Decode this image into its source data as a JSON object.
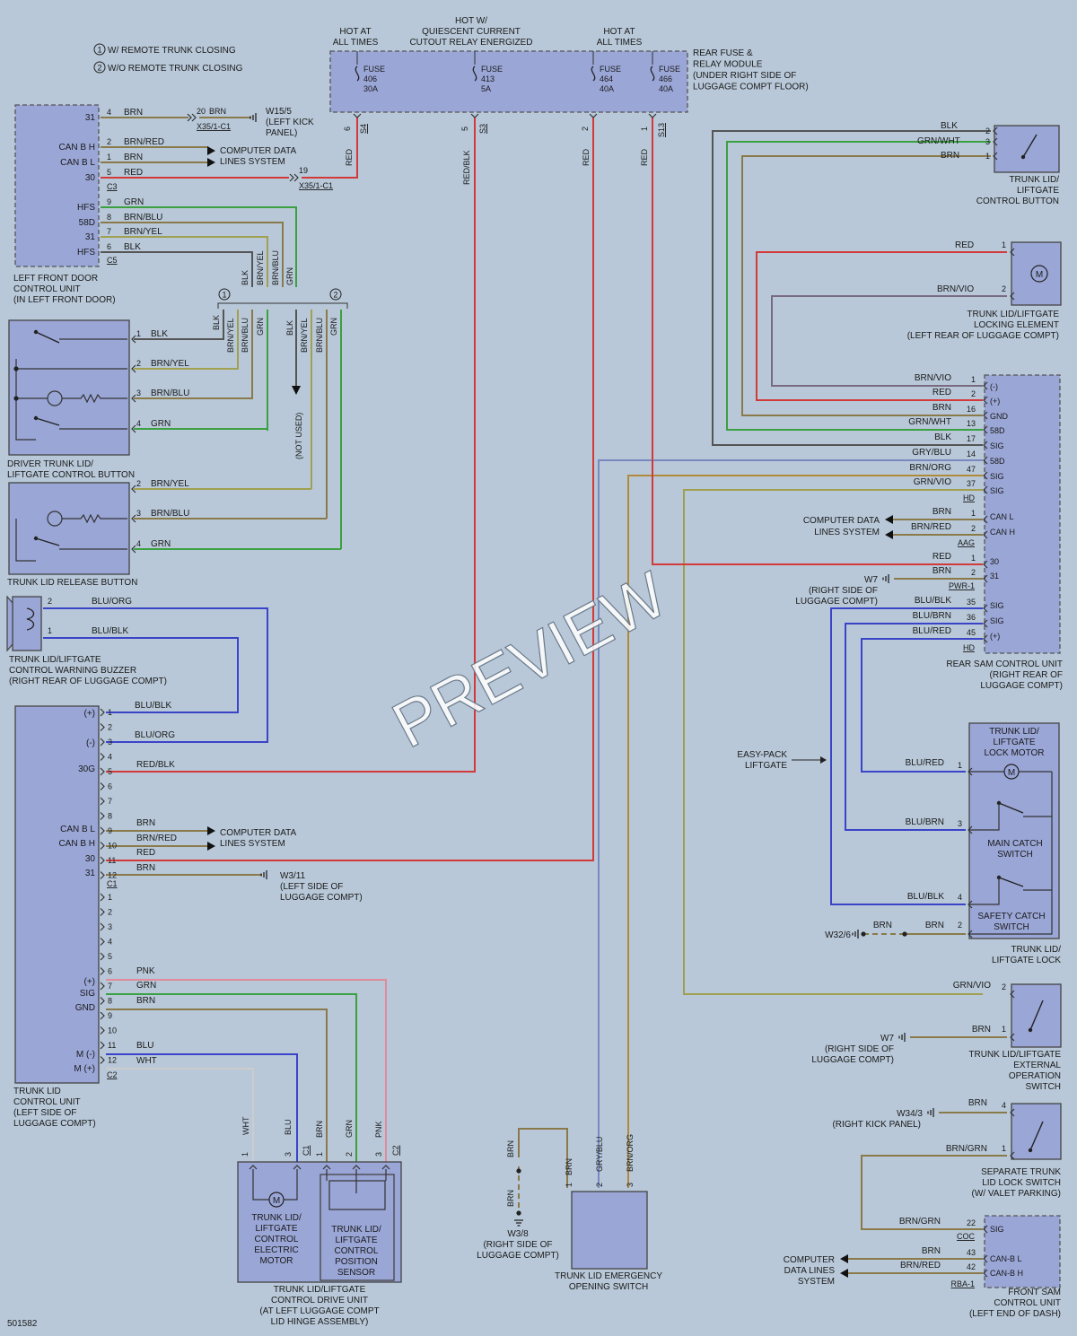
{
  "legend": [
    "W/ REMOTE TRUNK CLOSING",
    "W/O REMOTE TRUNK CLOSING"
  ],
  "legend_marks": [
    "1",
    "2"
  ],
  "top_labels": {
    "hot1": [
      "HOT AT",
      "ALL TIMES"
    ],
    "hot2": [
      "HOT W/",
      "QUIESCENT CURRENT",
      "CUTOUT RELAY ENERGIZED"
    ],
    "hot3": [
      "HOT AT",
      "ALL TIMES"
    ]
  },
  "fuses": [
    {
      "label": "FUSE",
      "num": "406",
      "amp": "30A"
    },
    {
      "label": "FUSE",
      "num": "413",
      "amp": "5A"
    },
    {
      "label": "FUSE",
      "num": "464",
      "amp": "40A"
    },
    {
      "label": "FUSE",
      "num": "466",
      "amp": "40A"
    }
  ],
  "fuse_module": [
    "REAR FUSE &",
    "RELAY MODULE",
    "(UNDER RIGHT SIDE OF",
    "LUGGAGE COMPT FLOOR)"
  ],
  "fuse_pins": [
    "6",
    "S4",
    "5",
    "S3",
    "2",
    "1",
    "S13"
  ],
  "fuse_wires": [
    "RED",
    "RED/BLK",
    "RED",
    "RED"
  ],
  "left_front_door": {
    "name": [
      "LEFT FRONT DOOR",
      "CONTROL UNIT",
      "(IN LEFT FRONT DOOR)"
    ],
    "pins": [
      "31",
      "CAN B H",
      "CAN B L",
      "30",
      "HFS",
      "58D",
      "31",
      "HFS"
    ],
    "pin_nums": [
      "4",
      "2",
      "1",
      "5",
      "9",
      "8",
      "7",
      "6"
    ],
    "wires": [
      "BRN",
      "BRN/RED",
      "BRN",
      "RED",
      "GRN",
      "BRN/BLU",
      "BRN/YEL",
      "BLK"
    ],
    "conn": [
      "C3",
      "C5"
    ],
    "ground": "W15/5",
    "ground_loc": [
      "(LEFT KICK",
      "PANEL)"
    ],
    "ground_pin": "20",
    "ground_wire": "BRN",
    "conn_x35": "X35/1-C1",
    "x35_pin": "19",
    "to_data": [
      "COMPUTER DATA",
      "LINES SYSTEM"
    ]
  },
  "vertical_group_labels": [
    "BLK",
    "BRN/YEL",
    "BRN/BLU",
    "GRN"
  ],
  "branch_labels": [
    "BLK",
    "BRN/YEL",
    "BRN/BLU",
    "GRN",
    "BLK",
    "BRN/YEL",
    "BRN/BLU",
    "GRN"
  ],
  "not_used": "(NOT USED)",
  "driver_button": {
    "name": [
      "DRIVER TRUNK LID/",
      "LIFTGATE CONTROL BUTTON"
    ],
    "pins": [
      "1",
      "2",
      "3",
      "4"
    ],
    "wires": [
      "BLK",
      "BRN/YEL",
      "BRN/BLU",
      "GRN"
    ]
  },
  "release_button": {
    "name": [
      "TRUNK LID RELEASE BUTTON"
    ],
    "pins": [
      "2",
      "3",
      "4"
    ],
    "wires": [
      "BRN/YEL",
      "BRN/BLU",
      "GRN"
    ]
  },
  "buzzer": {
    "name": [
      "TRUNK LID/LIFTGATE",
      "CONTROL WARNING BUZZER",
      "(RIGHT REAR OF LUGGAGE COMPT)"
    ],
    "pins": [
      "2",
      "1"
    ],
    "wires": [
      "BLU/ORG",
      "BLU/BLK"
    ]
  },
  "trunk_cu": {
    "name": [
      "TRUNK LID",
      "CONTROL UNIT",
      "(LEFT SIDE OF",
      "LUGGAGE COMPT)"
    ],
    "labels": [
      "(+)",
      "(-)",
      "30G",
      "CAN B L",
      "CAN B H",
      "30",
      "31",
      "(+)",
      "SIG",
      "GND",
      "M (-)",
      "M (+)"
    ],
    "pins_a": [
      "1",
      "2",
      "3",
      "4",
      "5",
      "6",
      "7",
      "8",
      "9",
      "10",
      "11",
      "12"
    ],
    "wires_a": [
      "BLU/BLK",
      "BLU/ORG",
      "RED/BLK",
      "BRN",
      "BRN/RED",
      "RED",
      "BRN"
    ],
    "conn": [
      "C1",
      "C2"
    ],
    "pins_b": [
      "1",
      "2",
      "3",
      "4",
      "5",
      "6",
      "7",
      "8",
      "9",
      "10",
      "11",
      "12"
    ],
    "wires_b": [
      "PNK",
      "GRN",
      "BRN",
      "BLU",
      "WHT"
    ],
    "ground": "W3/11",
    "ground_loc": [
      "(LEFT SIDE OF",
      "LUGGAGE COMPT)"
    ],
    "to_data": [
      "COMPUTER DATA",
      "LINES SYSTEM"
    ]
  },
  "drive_unit": {
    "name": [
      "TRUNK LID/LIFTGATE",
      "CONTROL DRIVE UNIT",
      "(AT LEFT LUGGAGE COMPT",
      "LID HINGE ASSEMBLY)"
    ],
    "motor": [
      "TRUNK LID/",
      "LIFTGATE",
      "CONTROL",
      "ELECTRIC",
      "MOTOR"
    ],
    "sensor": [
      "TRUNK LID/",
      "LIFTGATE",
      "CONTROL",
      "POSITION",
      "SENSOR"
    ],
    "wires": [
      "WHT",
      "BLU",
      "BRN",
      "GRN",
      "PNK"
    ],
    "pins": [
      "1",
      "3",
      "C1",
      "1",
      "2",
      "3",
      "C2"
    ]
  },
  "emergency": {
    "name": [
      "TRUNK LID EMERGENCY",
      "OPENING SWITCH"
    ],
    "wires": [
      "BRN",
      "GRY/BLU",
      "BRN/ORG",
      "BRN",
      "BRN"
    ],
    "pins": [
      "1",
      "2",
      "3"
    ],
    "ground": "W3/8",
    "ground_loc": [
      "(RIGHT SIDE OF",
      "LUGGAGE COMPT)"
    ]
  },
  "control_button": {
    "name": [
      "TRUNK LID/",
      "LIFTGATE",
      "CONTROL BUTTON"
    ],
    "wires": [
      "BLK",
      "GRN/WHT",
      "BRN"
    ],
    "pins": [
      "2",
      "3",
      "1"
    ]
  },
  "locking_element": {
    "name": [
      "TRUNK LID/LIFTGATE",
      "LOCKING ELEMENT",
      "(LEFT REAR OF LUGGAGE COMPT)"
    ],
    "wires": [
      "RED",
      "BRN/VIO"
    ],
    "pins": [
      "1",
      "2"
    ]
  },
  "rear_sam": {
    "name": [
      "REAR SAM CONTROL UNIT",
      "(RIGHT REAR OF",
      "LUGGAGE COMPT)"
    ],
    "rows": [
      {
        "wire": "BRN/VIO",
        "pin": "1",
        "label": "(-)"
      },
      {
        "wire": "RED",
        "pin": "2",
        "label": "(+)"
      },
      {
        "wire": "BRN",
        "pin": "16",
        "label": "GND"
      },
      {
        "wire": "GRN/WHT",
        "pin": "13",
        "label": "58D"
      },
      {
        "wire": "BLK",
        "pin": "17",
        "label": "SIG"
      },
      {
        "wire": "GRY/BLU",
        "pin": "14",
        "label": "58D"
      },
      {
        "wire": "BRN/ORG",
        "pin": "47",
        "label": "SIG"
      },
      {
        "wire": "GRN/VIO",
        "pin": "37",
        "label": "SIG"
      }
    ],
    "hd": "HD",
    "can_rows": [
      {
        "wire": "BRN",
        "pin": "1",
        "label": "CAN L"
      },
      {
        "wire": "BRN/RED",
        "pin": "2",
        "label": "CAN H"
      }
    ],
    "aag": "AAG",
    "pwr_rows": [
      {
        "wire": "RED",
        "pin": "1",
        "label": "30"
      },
      {
        "wire": "BRN",
        "pin": "2",
        "label": "31"
      }
    ],
    "pwr": "PWR-1",
    "sig_rows": [
      {
        "wire": "BLU/BLK",
        "pin": "35",
        "label": "SIG"
      },
      {
        "wire": "BLU/BRN",
        "pin": "36",
        "label": "SIG"
      },
      {
        "wire": "BLU/RED",
        "pin": "45",
        "label": "(+)"
      }
    ],
    "hd2": "HD",
    "to_data": [
      "COMPUTER DATA",
      "LINES SYSTEM"
    ],
    "ground": "W7",
    "ground_loc": [
      "(RIGHT SIDE OF",
      "LUGGAGE COMPT)"
    ]
  },
  "lock": {
    "name": [
      "TRUNK LID/",
      "LIFTGATE LOCK"
    ],
    "motor": [
      "TRUNK LID/",
      "LIFTGATE",
      "LOCK MOTOR"
    ],
    "main": [
      "MAIN CATCH",
      "SWITCH"
    ],
    "safety": [
      "SAFETY CATCH",
      "SWITCH"
    ],
    "easy_pack": [
      "EASY-PACK",
      "LIFTGATE"
    ],
    "wires": [
      "BLU/RED",
      "BLU/BRN",
      "BLU/BLK",
      "BRN",
      "BRN"
    ],
    "pins": [
      "1",
      "3",
      "4",
      "2"
    ],
    "ground": "W32/6"
  },
  "external_switch": {
    "name": [
      "TRUNK LID/LIFTGATE",
      "EXTERNAL",
      "OPERATION",
      "SWITCH"
    ],
    "wires": [
      "GRN/VIO",
      "BRN"
    ],
    "pins": [
      "2",
      "1"
    ],
    "ground": "W7",
    "ground_loc": [
      "(RIGHT SIDE OF",
      "LUGGAGE COMPT)"
    ]
  },
  "separate_switch": {
    "name": [
      "SEPARATE TRUNK",
      "LID LOCK SWITCH",
      "(W/ VALET PARKING)"
    ],
    "wires": [
      "BRN",
      "BRN/GRN"
    ],
    "pins": [
      "4",
      "1"
    ],
    "ground": "W34/3",
    "ground_loc": [
      "(RIGHT KICK PANEL)"
    ]
  },
  "front_sam": {
    "name": [
      "FRONT SAM",
      "CONTROL UNIT",
      "(LEFT END OF DASH)"
    ],
    "rows": [
      {
        "wire": "BRN/GRN",
        "pin": "22",
        "label": "SIG"
      },
      {
        "wire": "BRN",
        "pin": "43",
        "label": "CAN-B L"
      },
      {
        "wire": "BRN/RED",
        "pin": "42",
        "label": "CAN-B H"
      }
    ],
    "coc": "COC",
    "rba": "RBA-1",
    "to_data": [
      "COMPUTER",
      "DATA LINES",
      "SYSTEM"
    ]
  },
  "doc_id": "501582",
  "watermark": "PREVIEW",
  "colors": {
    "red": "#d23a3a",
    "brn": "#8a7a4a",
    "grn": "#3aa040",
    "blu": "#3a44c8",
    "blk": "#555555",
    "pnk": "#e08a9a",
    "wht": "#cccccc",
    "gry": "#7a88c0",
    "org": "#b08a3a",
    "vio": "#7a6a80",
    "yel": "#a0a050",
    "box": "#9aa6d6",
    "bg": "#b8c8d8"
  }
}
